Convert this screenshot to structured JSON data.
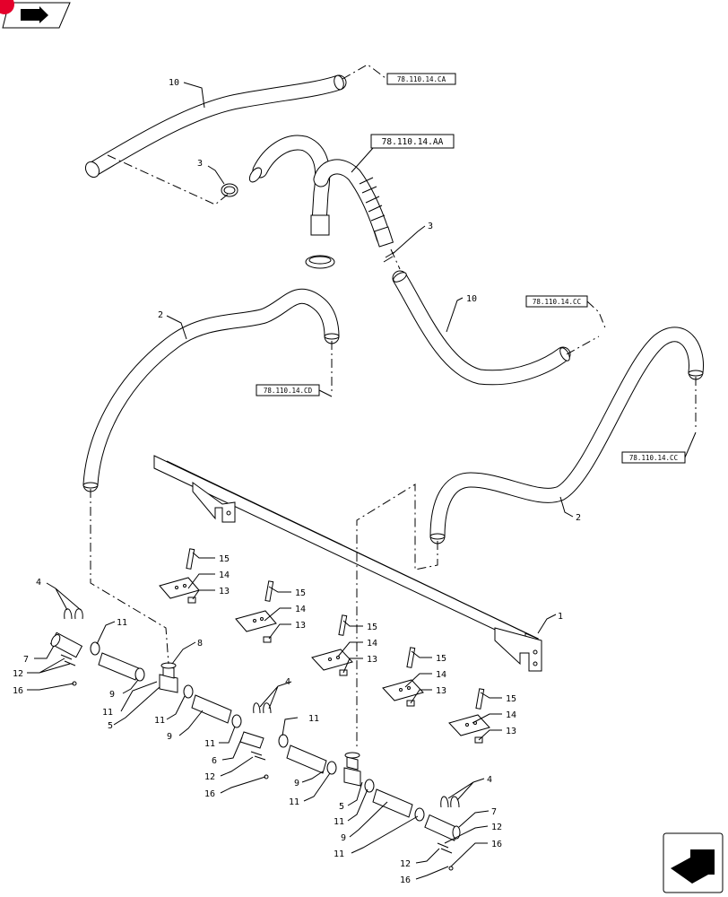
{
  "references": {
    "hose_upper_end": "78.110.14.CA",
    "elbow_assembly": "78.110.14.AA",
    "hose_lower_end": "78.110.14.CC",
    "hose_left": "78.110.14.CD",
    "hose_right": "78.110.14.CC"
  },
  "callouts": {
    "n1": "1",
    "n2": "2",
    "n3": "3",
    "n4": "4",
    "n5": "5",
    "n6": "6",
    "n7": "7",
    "n8": "8",
    "n9": "9",
    "n10": "10",
    "n11": "11",
    "n12": "12",
    "n13": "13",
    "n14": "14",
    "n15": "15",
    "n16": "16"
  },
  "icons": {
    "top_left": "back-arrow-icon",
    "bottom_right": "forward-arrow-icon",
    "corner_marker": "red-circle-marker"
  },
  "colors": {
    "marker": "#e4002b",
    "line": "#000000"
  }
}
